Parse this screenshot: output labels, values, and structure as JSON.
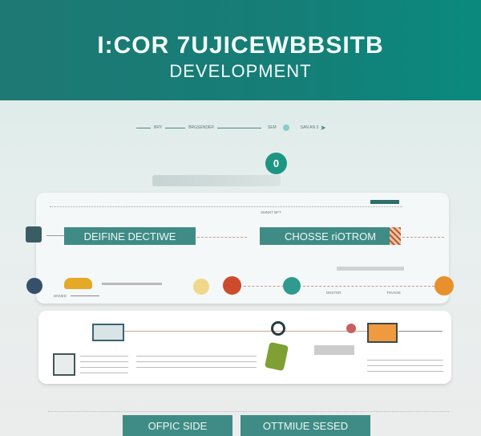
{
  "header": {
    "title_line1": "I:COR 7UJICEWBBSITB",
    "title_line2": "DEVELOPMENT"
  },
  "nav": {
    "items": [
      "BRY",
      "BRGSENDER",
      "SEM",
      "SAN AN 3"
    ]
  },
  "step_badge": "0",
  "panel1": {
    "caption": "SMNNT BFT",
    "banners": [
      "DEIFINE DECTIWE",
      "CHOSSE riOTROM"
    ],
    "labels": [
      "DNNED",
      "DNSTER",
      "TNVSSE"
    ]
  },
  "buttons": [
    "OFPIC SIDE",
    "OTTMIUE SESED"
  ],
  "colors": {
    "teal": "#3f8c86",
    "header": "#157e77",
    "orange": "#e8902c",
    "red": "#cc4b2c"
  }
}
